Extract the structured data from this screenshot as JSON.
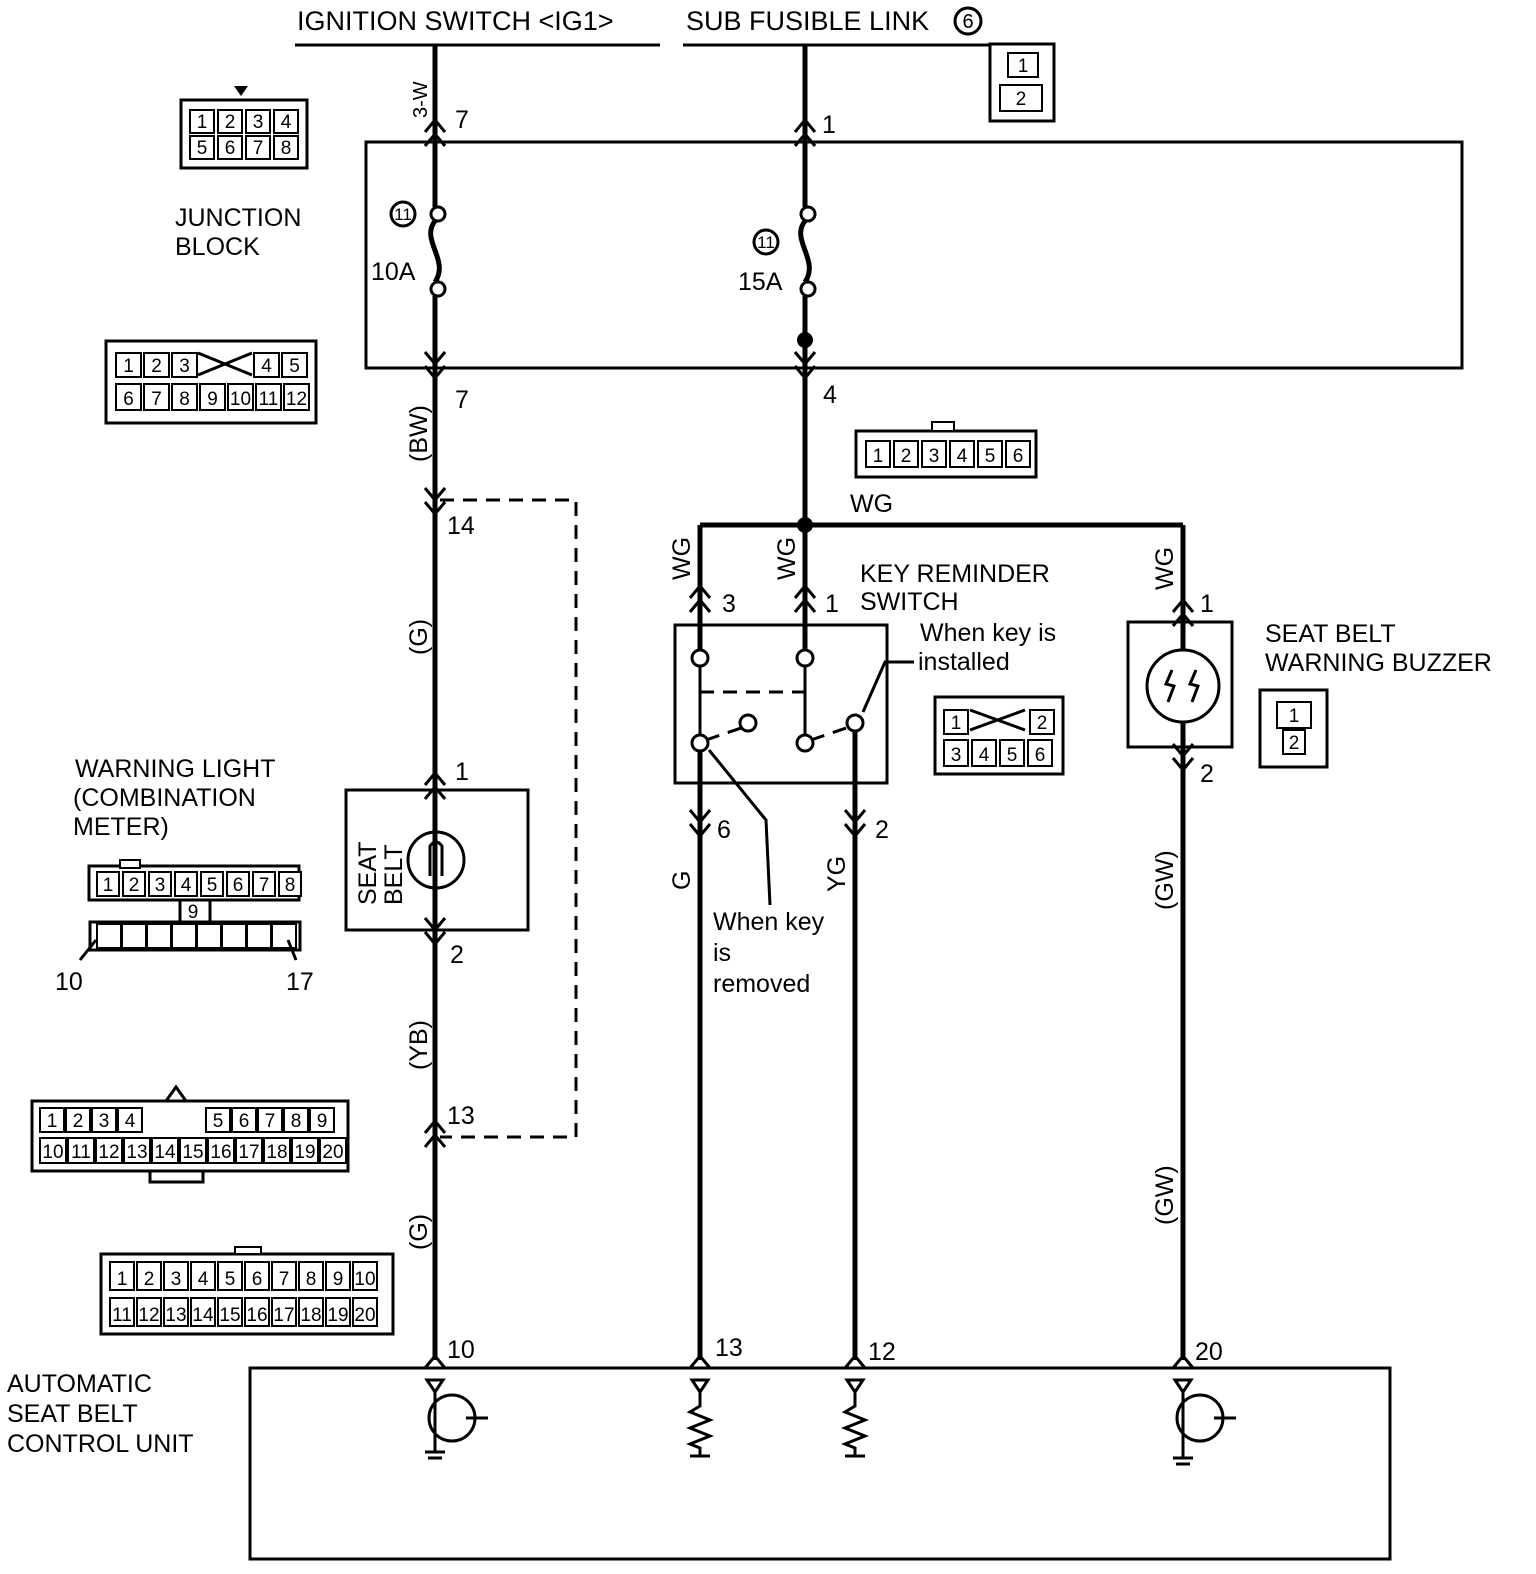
{
  "sources": {
    "ignition": "IGNITION SWITCH <IG1>",
    "fusible": "SUB FUSIBLE LINK",
    "fusible_num": "6"
  },
  "junction_block": {
    "label_1": "JUNCTION",
    "label_2": "BLOCK",
    "fuse_left_num": "11",
    "fuse_left_rating": "10A",
    "fuse_right_num": "11",
    "fuse_right_rating": "15A"
  },
  "wire_colors": {
    "top_left": "3-W",
    "bw": "(BW)",
    "g_upper": "(G)",
    "yb": "(YB)",
    "g_lower": "(G)",
    "wg_main": "WG",
    "wg_3": "WG",
    "wg_1": "WG",
    "wg_buzzer": "WG",
    "g_6": "G",
    "yg_2": "YG",
    "gw_upper": "(GW)",
    "gw_lower": "(GW)"
  },
  "pins": {
    "ig_top": "7",
    "fl_top": "1",
    "jb_out_left": "7",
    "jb_out_right": "4",
    "p14": "14",
    "p13_meter": "13",
    "lamp_1": "1",
    "lamp_2": "2",
    "ks_3": "3",
    "ks_1": "1",
    "ks_6": "6",
    "ks_2": "2",
    "bz_1": "1",
    "bz_2": "2",
    "cu_10": "10",
    "cu_13": "13",
    "cu_12": "12",
    "cu_20": "20"
  },
  "key_switch": {
    "label_1": "KEY REMINDER",
    "label_2": "SWITCH",
    "installed_1": "When key is",
    "installed_2": "installed",
    "removed_1": "When key",
    "removed_2": "is",
    "removed_3": "removed"
  },
  "buzzer": {
    "label_1": "SEAT BELT",
    "label_2": "WARNING BUZZER"
  },
  "warning_light": {
    "label_1": "WARNING LIGHT",
    "label_2": "(COMBINATION",
    "label_3": "METER)",
    "lamp_text_1": "SEAT",
    "lamp_text_2": "BELT",
    "pin_left": "10",
    "pin_right": "17"
  },
  "control_unit": {
    "label_1": "AUTOMATIC",
    "label_2": "SEAT BELT",
    "label_3": "CONTROL UNIT"
  },
  "connectors": {
    "fusible_link": [
      "1",
      "2"
    ],
    "junction_8": [
      "1",
      "2",
      "3",
      "4",
      "5",
      "6",
      "7",
      "8"
    ],
    "junction_12_top": [
      "1",
      "2",
      "3",
      "4",
      "5"
    ],
    "junction_12_bottom": [
      "6",
      "7",
      "8",
      "9",
      "10",
      "11",
      "12"
    ],
    "key_switch_6": [
      "1",
      "2",
      "3",
      "4",
      "5",
      "6"
    ],
    "key_switch_small_top": [
      "1",
      "2"
    ],
    "key_switch_small_bottom": [
      "3",
      "4",
      "5",
      "6"
    ],
    "buzzer_2": [
      "1",
      "2"
    ],
    "meter_top": [
      "1",
      "2",
      "3",
      "4",
      "5",
      "6",
      "7",
      "8"
    ],
    "meter_mid": "9",
    "meter_20_top_left": [
      "1",
      "2",
      "3",
      "4"
    ],
    "meter_20_top_right": [
      "5",
      "6",
      "7",
      "8",
      "9"
    ],
    "meter_20_bottom": [
      "10",
      "11",
      "12",
      "13",
      "14",
      "15",
      "16",
      "17",
      "18",
      "19",
      "20"
    ],
    "control_unit_top": [
      "1",
      "2",
      "3",
      "4",
      "5",
      "6",
      "7",
      "8",
      "9",
      "10"
    ],
    "control_unit_bottom": [
      "11",
      "12",
      "13",
      "14",
      "15",
      "16",
      "17",
      "18",
      "19",
      "20"
    ]
  }
}
